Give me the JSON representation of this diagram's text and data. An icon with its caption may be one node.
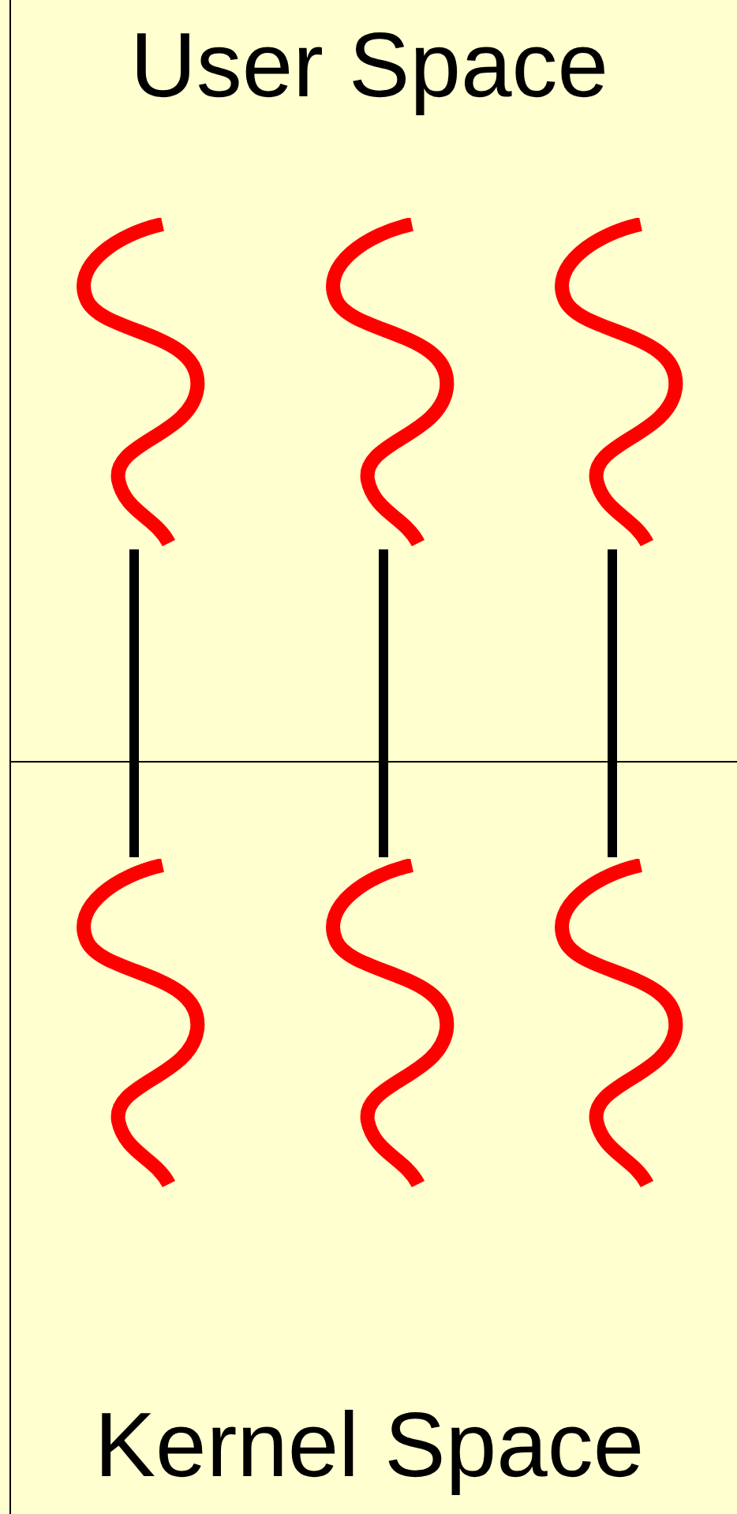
{
  "diagram": {
    "nodes": [
      {
        "text": [
          "User Space"
        ]
      },
      {
        "text": [
          "Kernel Space"
        ]
      },
      {
        "text": [],
        "shape": "wave",
        "in": 0
      },
      {
        "text": [],
        "shape": "wave",
        "in": 0
      },
      {
        "text": [],
        "shape": "wave",
        "in": 0
      },
      {
        "text": [],
        "shape": "wave",
        "in": 1
      },
      {
        "text": [],
        "shape": "wave",
        "in": 1
      },
      {
        "text": [],
        "shape": "wave",
        "in": 1
      }
    ],
    "edges": [
      {
        "from": 2,
        "to": 5,
        "arrow": "none"
      },
      {
        "from": 3,
        "to": 6,
        "arrow": "none"
      },
      {
        "from": 4,
        "to": 7,
        "arrow": "none"
      }
    ]
  }
}
